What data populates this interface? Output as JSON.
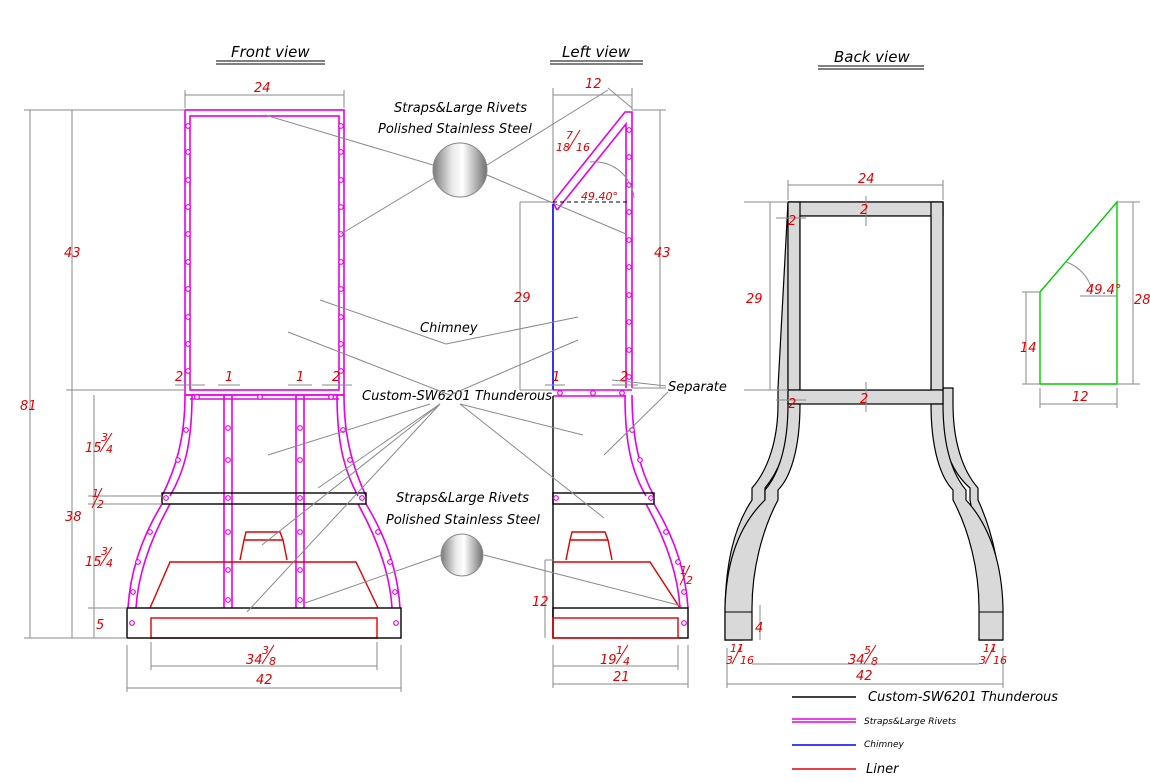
{
  "views": {
    "front": "Front view",
    "left": "Left view",
    "back": "Back view"
  },
  "callouts": {
    "straps_top_1": "Straps&Large Rivets",
    "straps_top_2": "Polished Stainless Steel",
    "chimney": "Chimney",
    "custom": "Custom-SW6201 Thunderous",
    "separate": "Separate",
    "straps_bot_1": "Straps&Large Rivets",
    "straps_bot_2": "Polished Stainless Steel"
  },
  "dims": {
    "front_width_top": "24",
    "front_height_chimney": "43",
    "front_total_height": "81",
    "front_lower_height": "38",
    "front_15a_whole": "15",
    "front_15a_num": "3",
    "front_15a_den": "4",
    "front_half_num": "1",
    "front_half_den": "2",
    "front_15b_whole": "15",
    "front_15b_num": "3",
    "front_15b_den": "4",
    "front_base": "5",
    "front_2_left": "2",
    "front_1_left": "1",
    "front_1_right": "1",
    "front_2_right": "2",
    "front_34_whole": "34",
    "front_34_num": "3",
    "front_34_den": "8",
    "front_width_bottom": "42",
    "left_width_top": "12",
    "left_7_num": "7",
    "left_18": "18",
    "left_16": "16",
    "left_angle": "49.40°",
    "left_29": "29",
    "left_43": "43",
    "left_1": "1",
    "left_2": "2",
    "left_12": "12",
    "left_half_num": "1",
    "left_half_den": "2",
    "left_19_whole": "19",
    "left_19_num": "1",
    "left_19_den": "4",
    "left_21": "21",
    "back_24": "24",
    "back_2a": "2",
    "back_2b": "2",
    "back_29": "29",
    "back_2c": "2",
    "back_2d": "2",
    "back_4": "4",
    "back_11a": "11",
    "back_3a": "3",
    "back_16a": "16",
    "back_34_whole": "34",
    "back_34_num": "5",
    "back_34_den": "8",
    "back_11b": "11",
    "back_3b": "3",
    "back_16b": "16",
    "back_42": "42",
    "side_angle": "49.4°",
    "side_28": "28",
    "side_14": "14",
    "side_12": "12"
  },
  "legend": [
    {
      "label": "Custom-SW6201 Thunderous",
      "color": "#000000"
    },
    {
      "label": "Straps&Large Rivets",
      "color": "#e600e6"
    },
    {
      "label": "Chimney",
      "color": "#0000ee"
    },
    {
      "label": "Liner",
      "color": "#e00000"
    }
  ]
}
